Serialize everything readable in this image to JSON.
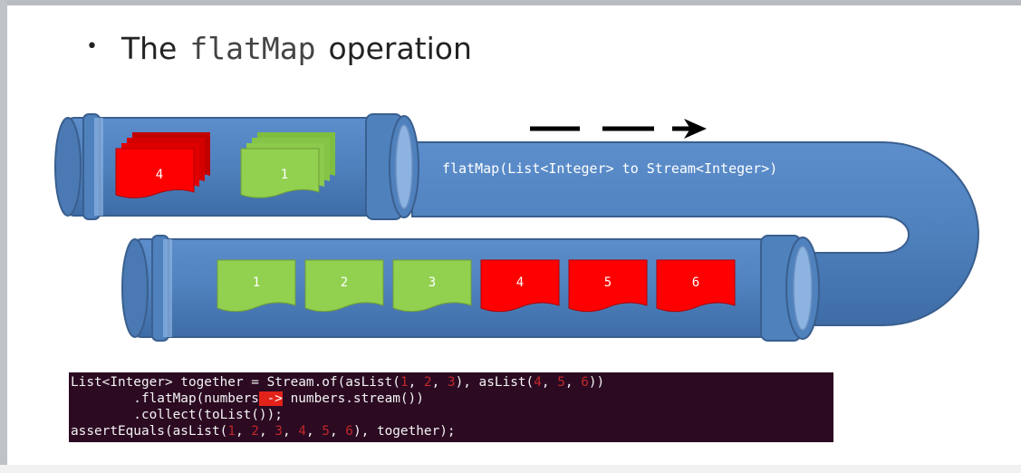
{
  "title": {
    "bullet": "•",
    "before": "The",
    "code": "flatMap",
    "after": "operation"
  },
  "diagram": {
    "pipe_label": "flatMap(List<Integer> to Stream<Integer>)",
    "top_stacks": [
      "4",
      "1"
    ],
    "bottom_items": [
      {
        "label": "1",
        "color": "#92d050"
      },
      {
        "label": "2",
        "color": "#92d050"
      },
      {
        "label": "3",
        "color": "#92d050"
      },
      {
        "label": "4",
        "color": "#ff0000"
      },
      {
        "label": "5",
        "color": "#ff0000"
      },
      {
        "label": "6",
        "color": "#ff0000"
      }
    ],
    "colors": {
      "pipe": "#4f81bd",
      "pipe_dark": "#3f6aa0",
      "cap": "#8db3e2",
      "green": "#92d050",
      "red": "#ff0000"
    }
  },
  "code": {
    "line1_a": "List<Integer> together = Stream.of(asList(",
    "line1_n1": "1",
    "line1_s1": ", ",
    "line1_n2": "2",
    "line1_s2": ", ",
    "line1_n3": "3",
    "line1_b": "), asList(",
    "line1_n4": "4",
    "line1_s3": ", ",
    "line1_n5": "5",
    "line1_s4": ", ",
    "line1_n6": "6",
    "line1_c": "))",
    "line2_a": "        .flatMap(numbers",
    "line2_arrow": " ->",
    "line2_b": " numbers.stream())",
    "line3": "        .collect(toList());",
    "line4_a": "assertEquals(asList(",
    "line4_n1": "1",
    "line4_s1": ", ",
    "line4_n2": "2",
    "line4_s2": ", ",
    "line4_n3": "3",
    "line4_s3": ", ",
    "line4_n4": "4",
    "line4_s4": ", ",
    "line4_n5": "5",
    "line4_s5": ", ",
    "line4_n6": "6",
    "line4_b": "), together);"
  }
}
